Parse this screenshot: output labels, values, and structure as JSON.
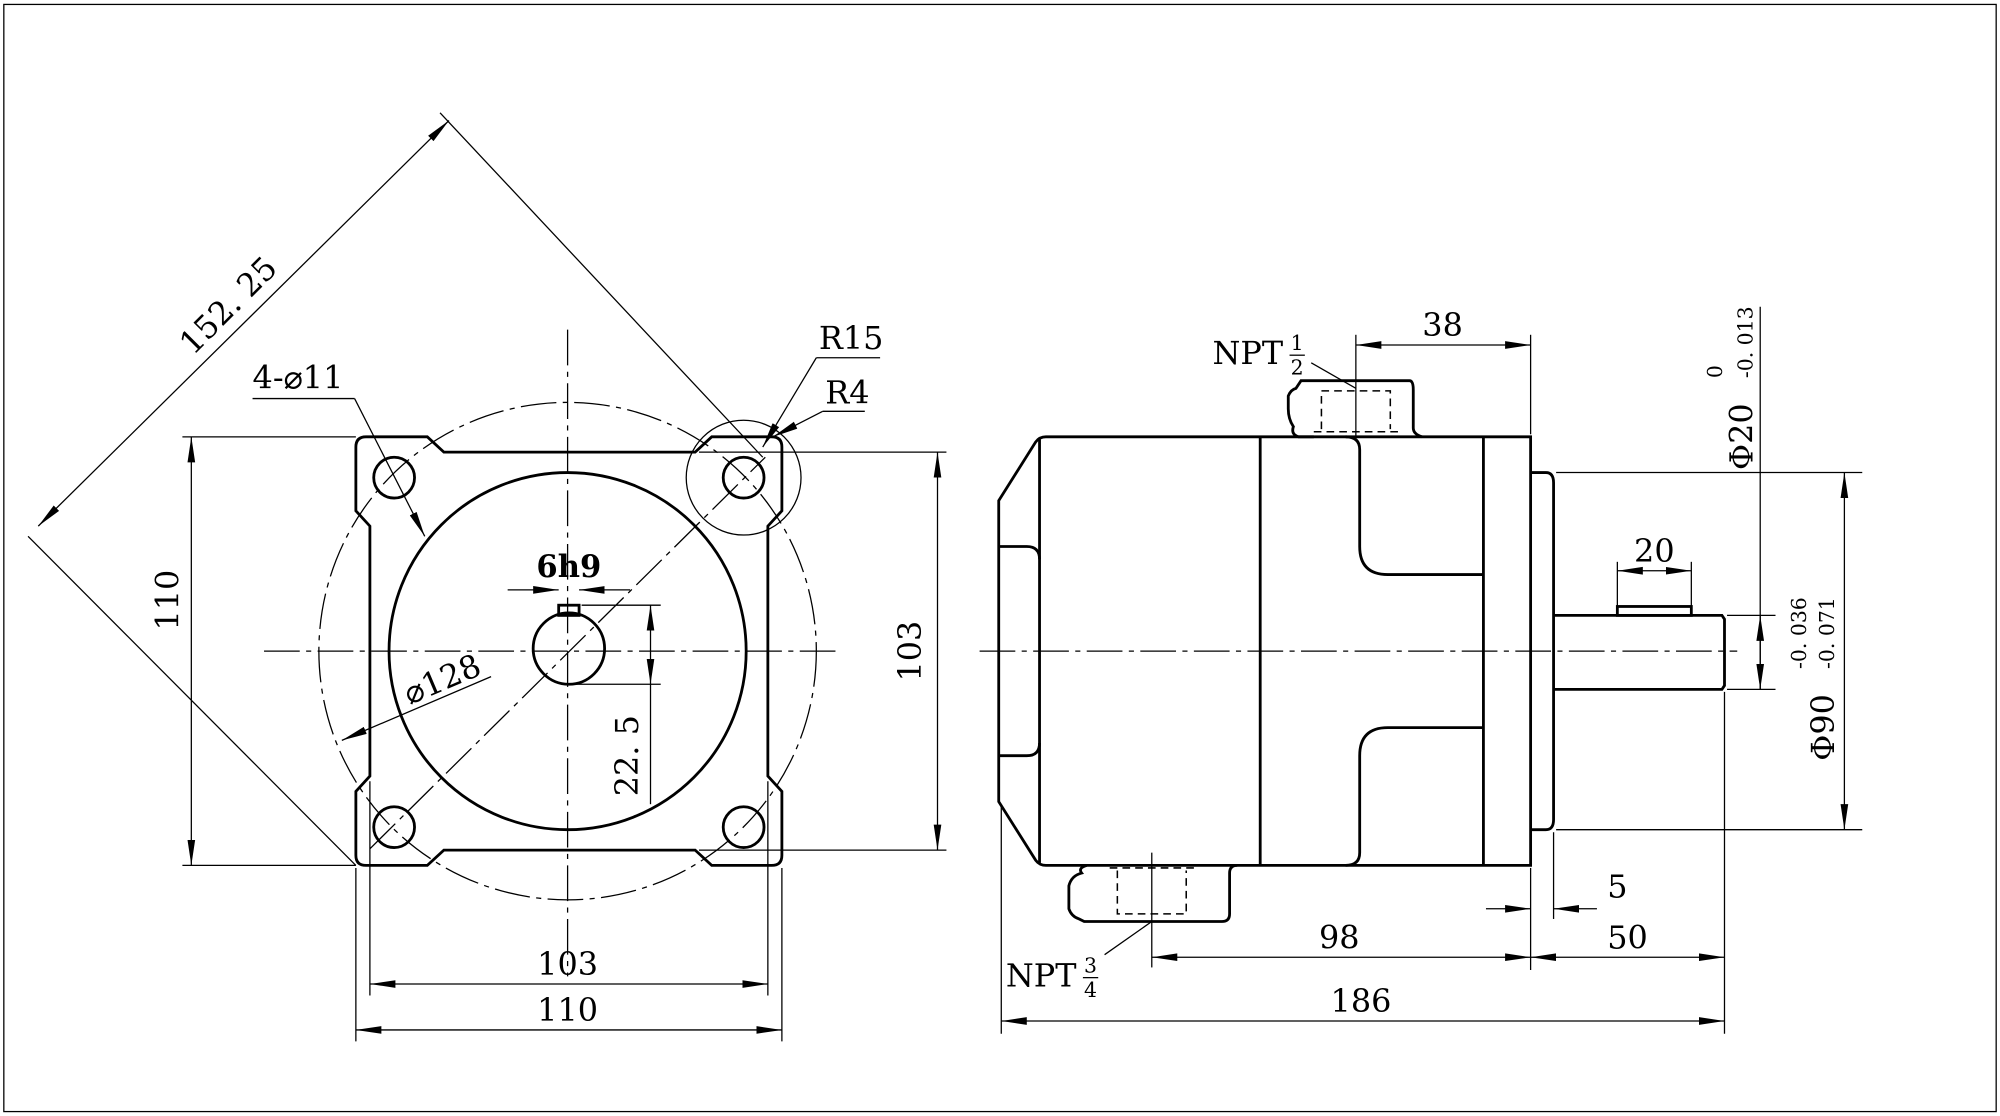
{
  "drawing": {
    "front_view": {
      "diagonal_dim": "152. 25",
      "holes": "4-⌀11",
      "radius_large": "R15",
      "radius_small": "R4",
      "key": "6h9",
      "pilot_dia": "⌀128",
      "key_offset": "22. 5",
      "height_outer": "110",
      "height_inner": "103",
      "width_inner": "103",
      "width_outer": "110"
    },
    "side_view": {
      "port_top": {
        "label": "NPT",
        "num": "1",
        "den": "2"
      },
      "port_bottom": {
        "label": "NPT",
        "num": "3",
        "den": "4"
      },
      "port_offset": "38",
      "key_length": "20",
      "shaft_dia": {
        "label": "Φ20",
        "upper": "0",
        "lower": "-0. 013"
      },
      "pilot_dia": {
        "label": "Φ90",
        "upper": "-0. 036",
        "lower": "-0. 071"
      },
      "flange_thk": "5",
      "body_to_port": "98",
      "shaft_length": "50",
      "overall_length": "186"
    }
  }
}
